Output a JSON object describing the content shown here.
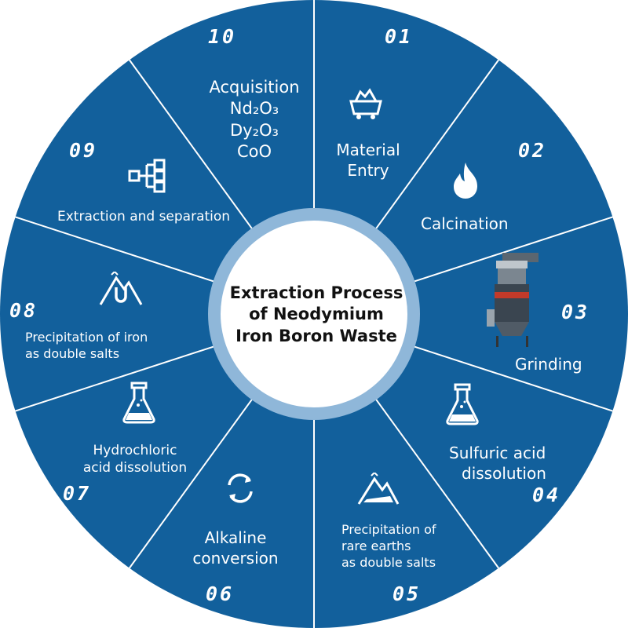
{
  "center_title": [
    "Extraction Process",
    "of Neodymium",
    "Iron Boron Waste"
  ],
  "colors": {
    "segment": "#12609c",
    "divider": "#ffffff",
    "ring": "#8fb7d9",
    "center_fill": "#ffffff",
    "text": "#ffffff",
    "center_text": "#111111"
  },
  "segments": [
    {
      "number": "01",
      "label": [
        "Material",
        "Entry"
      ],
      "icon": "mine-cart-icon"
    },
    {
      "number": "02",
      "label": [
        "Calcination"
      ],
      "icon": "flame-icon"
    },
    {
      "number": "03",
      "label": [
        "Grinding"
      ],
      "icon": "grinding-mill-image"
    },
    {
      "number": "04",
      "label": [
        "Sulfuric acid",
        "dissolution"
      ],
      "icon": "flask-icon"
    },
    {
      "number": "05",
      "label": [
        "Precipitation of",
        "rare earths",
        "as double salts"
      ],
      "icon": "precipitate-icon"
    },
    {
      "number": "06",
      "label": [
        "Alkaline",
        "conversion"
      ],
      "icon": "cycle-arrows-icon"
    },
    {
      "number": "07",
      "label": [
        "Hydrochloric",
        "acid dissolution"
      ],
      "icon": "flask-icon"
    },
    {
      "number": "08",
      "label": [
        "Precipitation of iron",
        "as double salts"
      ],
      "icon": "magnet-precipitate-icon"
    },
    {
      "number": "09",
      "label": [
        "Extraction and separation"
      ],
      "icon": "flowchart-icon"
    },
    {
      "number": "10",
      "label": [
        "Acquisition",
        "Nd₂O₃",
        "Dy₂O₃",
        "CoO"
      ],
      "icon": ""
    }
  ]
}
